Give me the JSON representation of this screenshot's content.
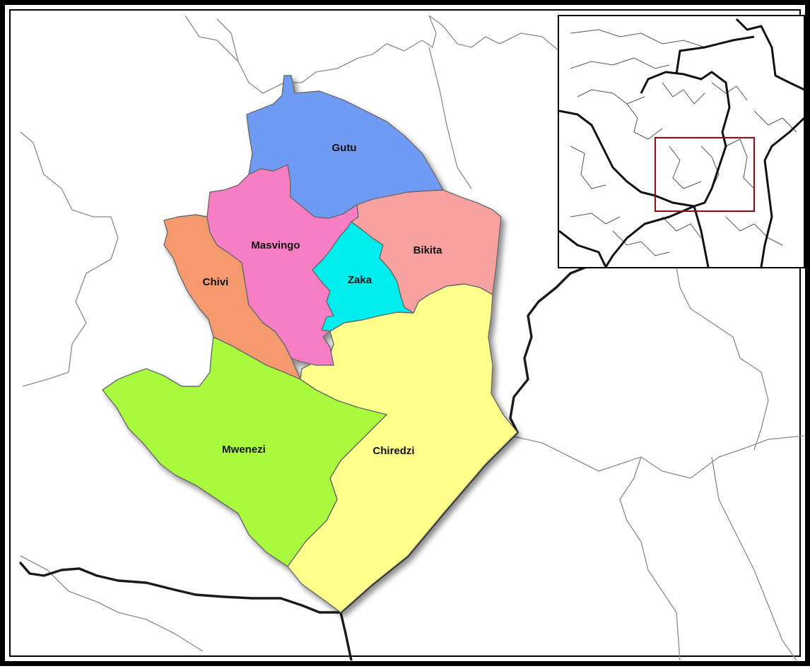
{
  "map": {
    "colors": {
      "gutu": "#6f9bf5",
      "masvingo": "#f77ec4",
      "chivi": "#f49a6e",
      "zaka": "#00eded",
      "bikita": "#f7a1a0",
      "mwenezi": "#aafb3c",
      "chiredzi": "#ffff8c",
      "inset_box": "#7a1a1a"
    },
    "districts": {
      "gutu": "Gutu",
      "masvingo": "Masvingo",
      "chivi": "Chivi",
      "zaka": "Zaka",
      "bikita": "Bikita",
      "mwenezi": "Mwenezi",
      "chiredzi": "Chiredzi"
    }
  }
}
